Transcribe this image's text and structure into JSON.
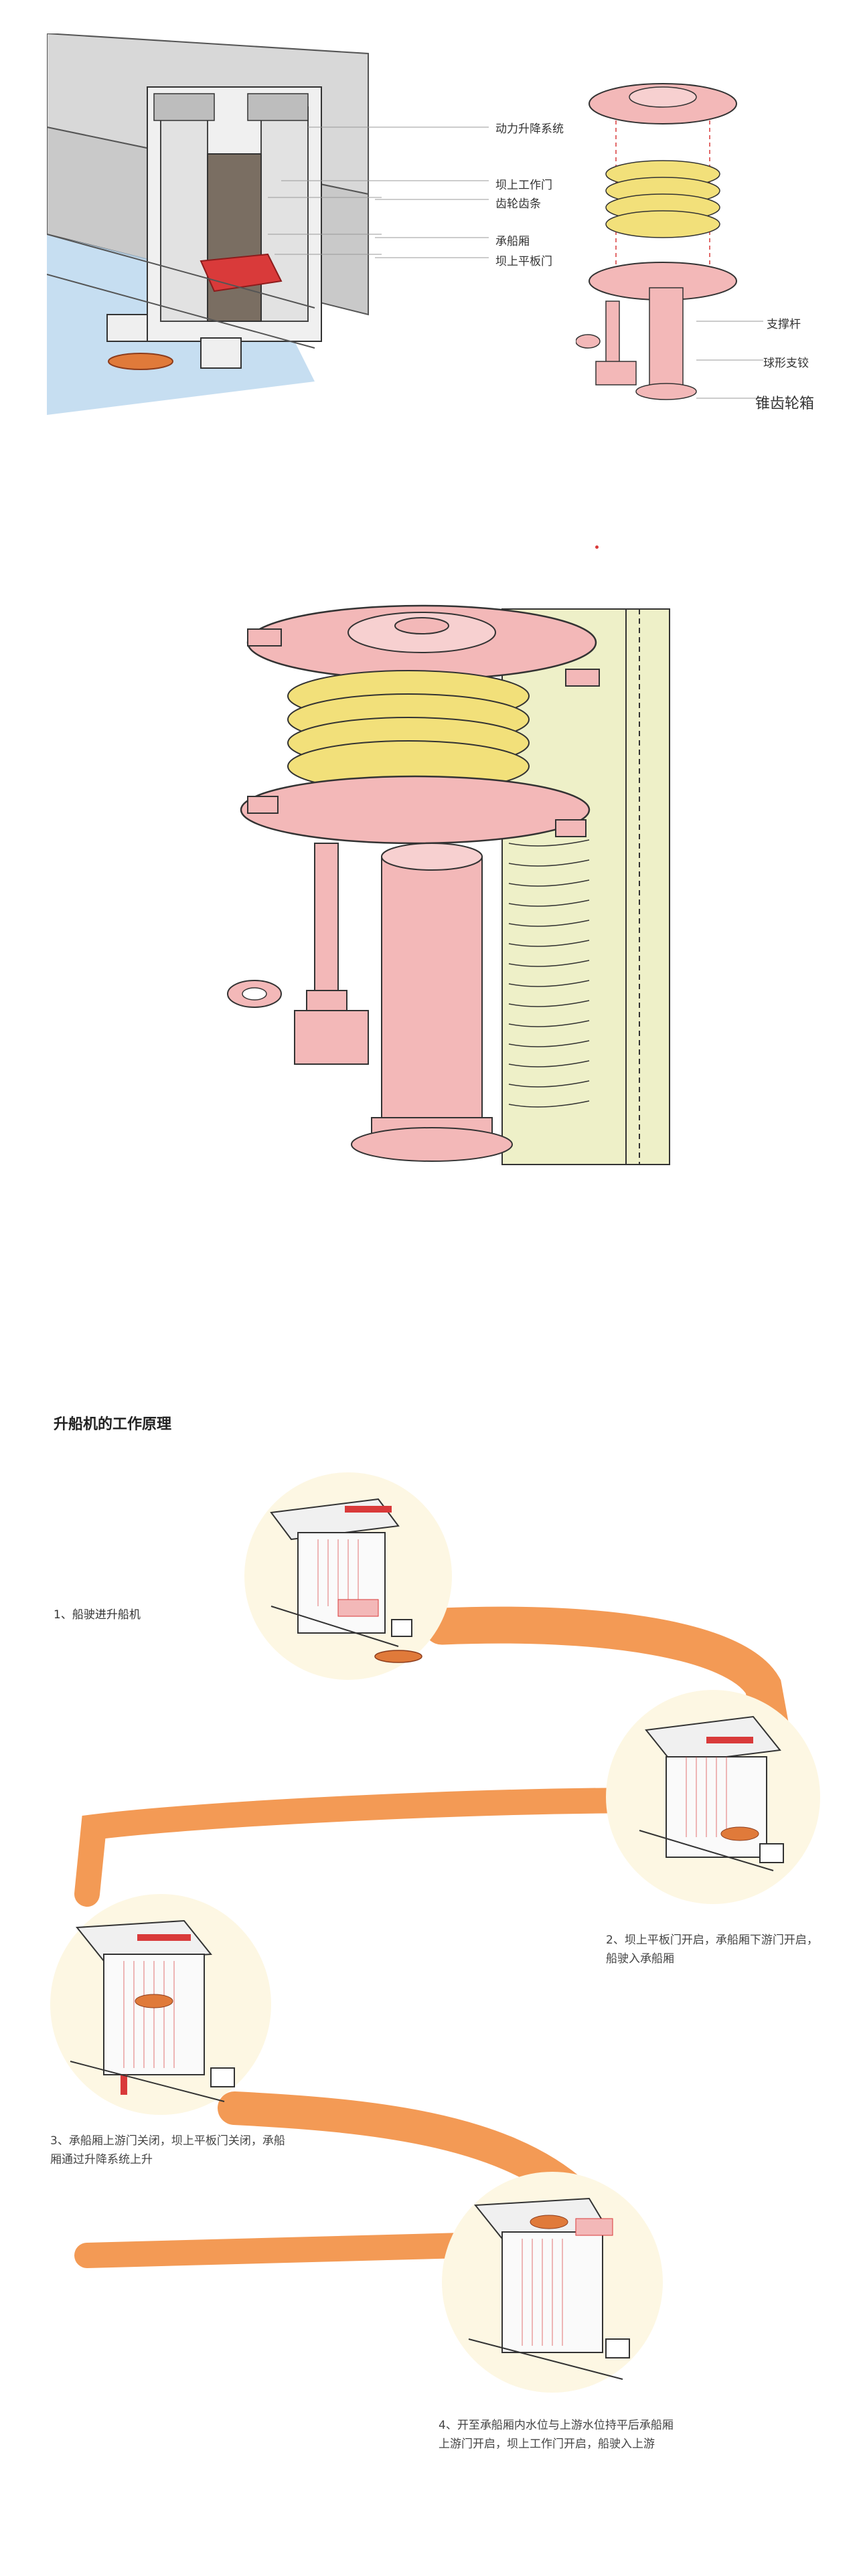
{
  "section1": {
    "labels": [
      "动力升降系统",
      "坝上工作门",
      "齿轮齿条",
      "承船厢",
      "坝上平板门",
      "支撑杆",
      "球形支铰",
      "锥齿轮箱"
    ]
  },
  "section3": {
    "title": "升船机的工作原理",
    "steps": [
      "1、船驶进升船机",
      "2、坝上平板门开启，承船厢下游门开启，船驶入承船厢",
      "3、承船厢上游门关闭，坝上平板门关闭，承船厢通过升降系统上升",
      "4、开至承船厢内水位与上游水位持平后承船厢上游门开启，坝上工作门开启，船驶入上游"
    ]
  },
  "colors": {
    "path_orange": "#f39a55",
    "circle_cream": "#fdf7e3",
    "accent_red": "#d93a3a",
    "gear_pink": "#f3b8b8",
    "gear_yellow": "#f2e07a",
    "wall_green": "#eef0c8",
    "water_blue": "#b8d6ee"
  }
}
